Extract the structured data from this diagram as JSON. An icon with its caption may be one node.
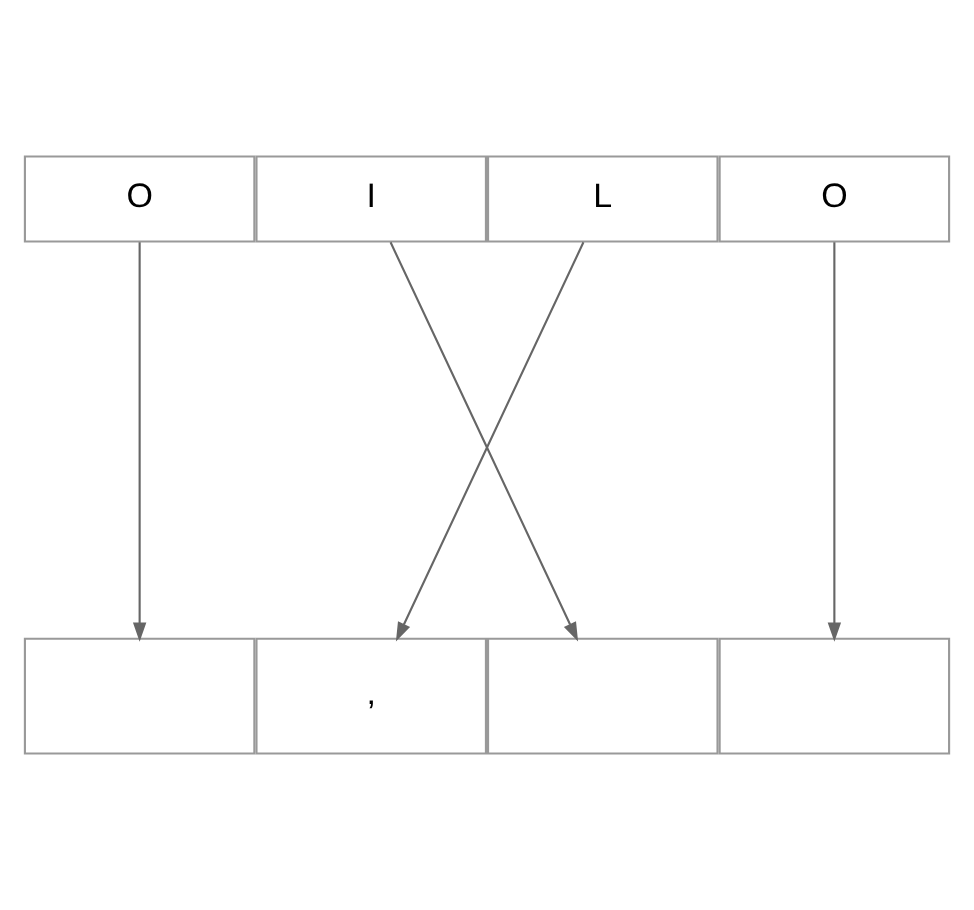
{
  "diagram": {
    "nodes": [
      {
        "text": [
          "O"
        ]
      },
      {
        "text": [
          "I"
        ]
      },
      {
        "text": [
          "L"
        ]
      },
      {
        "text": [
          "O"
        ]
      },
      {
        "text": [],
        "shape": "box"
      },
      {
        "text": [
          ","
        ]
      },
      {
        "text": [],
        "shape": "box"
      },
      {
        "text": [],
        "shape": "box"
      }
    ],
    "edges": [
      {
        "from": 0,
        "to": 4,
        "arrow": "to"
      },
      {
        "from": 1,
        "to": 6,
        "arrow": "to"
      },
      {
        "from": 2,
        "to": 5,
        "arrow": "to"
      },
      {
        "from": 3,
        "to": 7,
        "arrow": "to"
      }
    ]
  }
}
